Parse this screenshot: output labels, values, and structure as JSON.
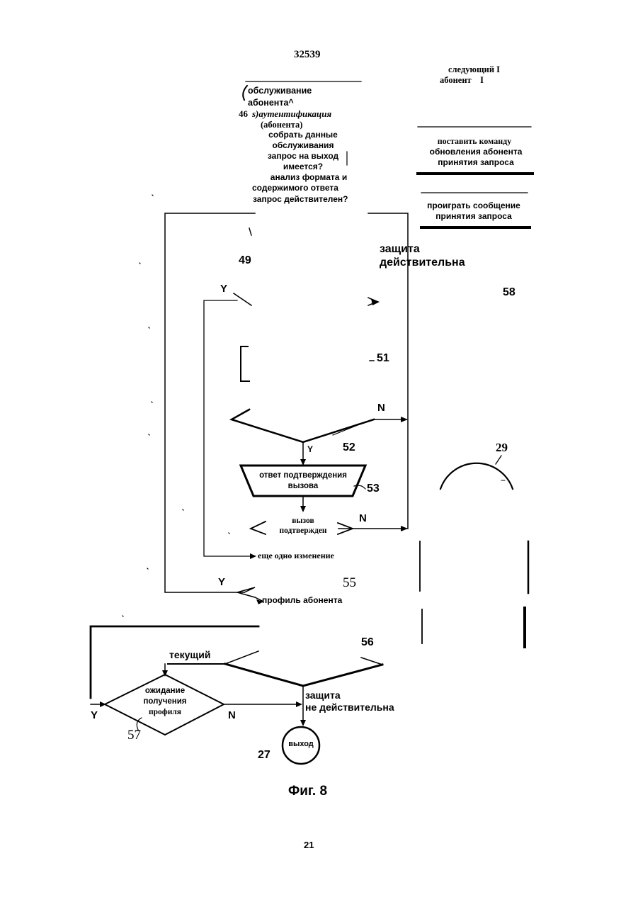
{
  "header": {
    "doc_number": "32539",
    "page_number": "21"
  },
  "figure": {
    "caption": "Фиг. 8"
  },
  "top_left_text": {
    "subscriber_service": "обслуживание",
    "subscriber_caret": "абонента^",
    "auth_number": "46",
    "auth_line": "s)аутентификация",
    "auth_sub": "(абонента)",
    "collect_1": "собрать данные",
    "collect_2": "обслуживания",
    "exit_req_1": "запрос на выход",
    "exit_req_2": "имеется?",
    "analyze_1": "анализ формата и",
    "analyze_2": "содержимого ответа",
    "request_valid": "запрос действителен?"
  },
  "top_right_text": {
    "next_1": "следующий I",
    "next_2": "абонент    I",
    "update_1": "поставить команду",
    "update_2": "обновления абонента",
    "update_3": "принятия запроса",
    "play_1": "проиграть сообщение",
    "play_2": "принятия запроса"
  },
  "flow_labels": {
    "n49": "49",
    "protection_valid_1": "защита",
    "protection_valid_2": "действительна",
    "n58": "58",
    "y1": "Y",
    "n51": "51",
    "n_label_1": "N",
    "n52": "52",
    "y_label_2": "Y",
    "call_confirm_1": "ответ подтверждения",
    "call_confirm_2": "вызова",
    "n53": "53",
    "call_confirmed_1": "вызов",
    "call_confirmed_2": "подтвержден",
    "n_label_2": "N",
    "another_change": "еще одно изменение",
    "y_label_3": "Y",
    "n55": "55",
    "subscriber_profile": "профиль абонента",
    "n29": "29",
    "current": "текущий",
    "n56": "56",
    "profile_wait_1": "ожидание",
    "profile_wait_2": "получения",
    "profile_wait_3": "профиля",
    "y_label_4": "Y",
    "n_label_3": "N",
    "n57": "57",
    "protection_invalid_1": "защита",
    "protection_invalid_2": "не действительна",
    "exit": "выход",
    "n27": "27"
  }
}
